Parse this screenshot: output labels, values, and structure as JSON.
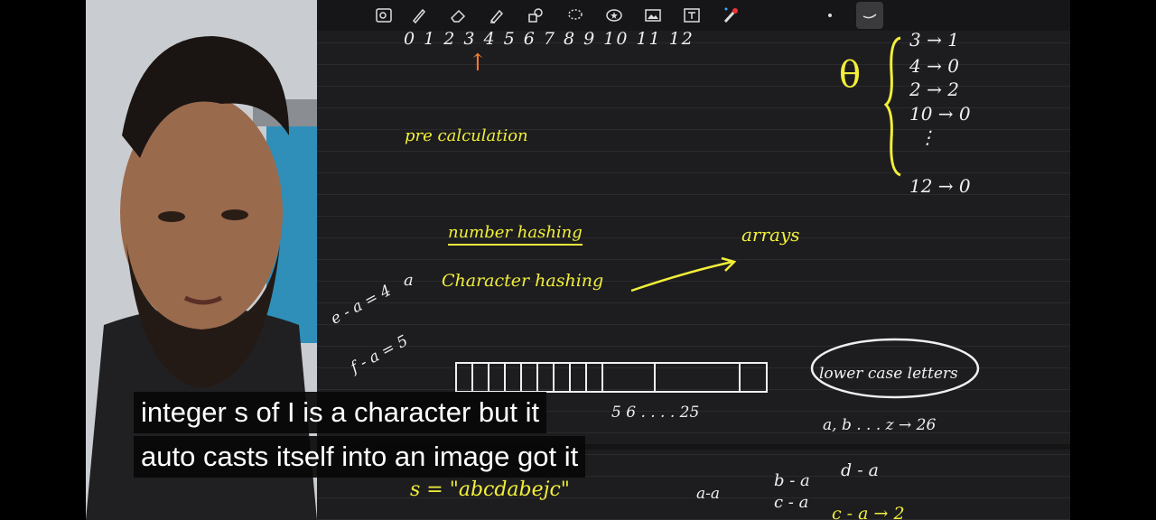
{
  "toolbar": {
    "tools": [
      {
        "name": "lasso-zoom-icon"
      },
      {
        "name": "pen-icon"
      },
      {
        "name": "eraser-icon"
      },
      {
        "name": "highlighter-icon"
      },
      {
        "name": "shapes-icon"
      },
      {
        "name": "lasso-icon"
      },
      {
        "name": "sticker-icon"
      },
      {
        "name": "image-icon"
      },
      {
        "name": "text-icon"
      },
      {
        "name": "laser-pointer-icon"
      },
      {
        "name": "dot-icon"
      },
      {
        "name": "line-style-icon"
      }
    ]
  },
  "notes": {
    "number_line": "0 1 2 3 4 5 6 7 8 9 10 11 12",
    "arrow_up": "↑",
    "theta": "θ",
    "map_rows": [
      "3 → 1",
      "4 → 0",
      "2 → 2",
      "10 → 0",
      "⋮",
      "12 → 0"
    ],
    "pre_calc": "pre calculation",
    "number_hashing": "number hashing",
    "arrays": "arrays",
    "char_hashing": "Character hashing",
    "a_label": "a",
    "e_minus_a": "e - a = 4",
    "f_minus_a": "f - a = 5",
    "c_minus_a": "c - a = 2",
    "array_indices": "5 6 . . . . 25",
    "lower_case": "lower case letters",
    "alphabet": "a, b . . . z → 26",
    "s_string": "s = \"abcdabejc\"",
    "bottom_aa": "a-a",
    "bottom_da": "d - a",
    "bottom_ba": "b - a",
    "bottom_ca": "c - a",
    "bottom_last": "c - a → 2"
  },
  "captions": {
    "line1": "integer s of I is a character but it",
    "line2": "auto casts itself into an image got it"
  },
  "colors": {
    "ink_yellow": "#f2ef3a",
    "ink_white": "#f0f0f0",
    "ink_orange": "#f07a2a",
    "board": "#1d1d1f"
  }
}
